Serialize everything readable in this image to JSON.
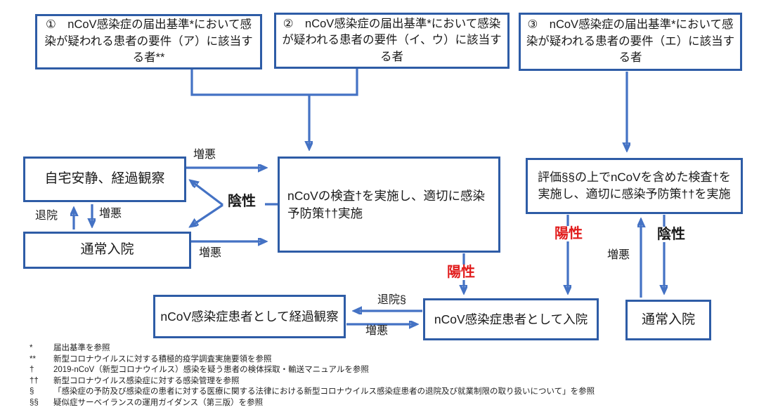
{
  "colors": {
    "box_border_blue": "#2e5ca6",
    "arrow_blue": "#4472c4",
    "positive_red": "#e11b1b",
    "negative_black": "#1a1a1a"
  },
  "boxes": {
    "criteria1": "①　nCoV感染症の届出基準*において感染が疑われる患者の要件（ア）に該当する者**",
    "criteria2": "②　nCoV感染症の届出基準*において感染が疑われる患者の要件（イ、ウ）に該当する者",
    "criteria3": "③　nCoV感染症の届出基準*において感染が疑われる患者の要件（エ）に該当する者",
    "home_rest": "自宅安静、経過観察",
    "normal_admission_left": "通常入院",
    "ncov_test": "nCoVの検査†を実施し、適切に感染予防策††実施",
    "eval_test": "評価§§の上でnCoVを含めた検査†を実施し、適切に感染予防策††を実施",
    "observation": "nCoV感染症患者として経過観察",
    "ncov_admission": "nCoV感染症患者として入院",
    "normal_admission_right": "通常入院"
  },
  "labels": {
    "worsen": "増悪",
    "discharge": "退院",
    "discharge_section": "退院§",
    "positive": "陽性",
    "negative": "陰性"
  },
  "footnotes": [
    {
      "marker": "*",
      "text": "届出基準を参照"
    },
    {
      "marker": "**",
      "text": "新型コロナウイルスに対する積極的疫学調査実施要領を参照"
    },
    {
      "marker": "†",
      "text": "2019-nCoV（新型コロナウイルス）感染を疑う患者の検体採取・輸送マニュアルを参照"
    },
    {
      "marker": "††",
      "text": "新型コロナウイルス感染症に対する感染管理を参照"
    },
    {
      "marker": "§",
      "text": "「感染症の予防及び感染症の患者に対する医療に関する法律における新型コロナウイルス感染症患者の退院及び就業制限の取り扱いについて」を参照"
    },
    {
      "marker": "§§",
      "text": "疑似症サーベイランスの運用ガイダンス（第三版）を参照"
    }
  ]
}
